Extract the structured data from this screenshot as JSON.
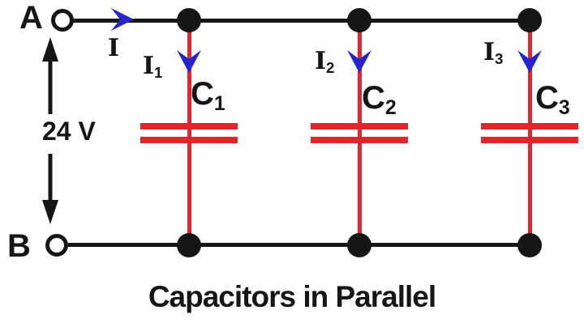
{
  "title": "Capacitors in Parallel",
  "terminal_a": "A",
  "terminal_b": "B",
  "voltage_source": {
    "label": "24 V"
  },
  "main_current": {
    "label": "I"
  },
  "branches": [
    {
      "current_base": "I",
      "current_sub": "1",
      "capacitor_base": "C",
      "capacitor_sub": "1"
    },
    {
      "current_base": "I",
      "current_sub": "2",
      "capacitor_base": "C",
      "capacitor_sub": "2"
    },
    {
      "current_base": "I",
      "current_sub": "3",
      "capacitor_base": "C",
      "capacitor_sub": "3"
    }
  ],
  "colors": {
    "wire": "#161616",
    "branch-wire": "#e2262b",
    "current-arrow": "#2525cf",
    "background": "#ffffff"
  }
}
